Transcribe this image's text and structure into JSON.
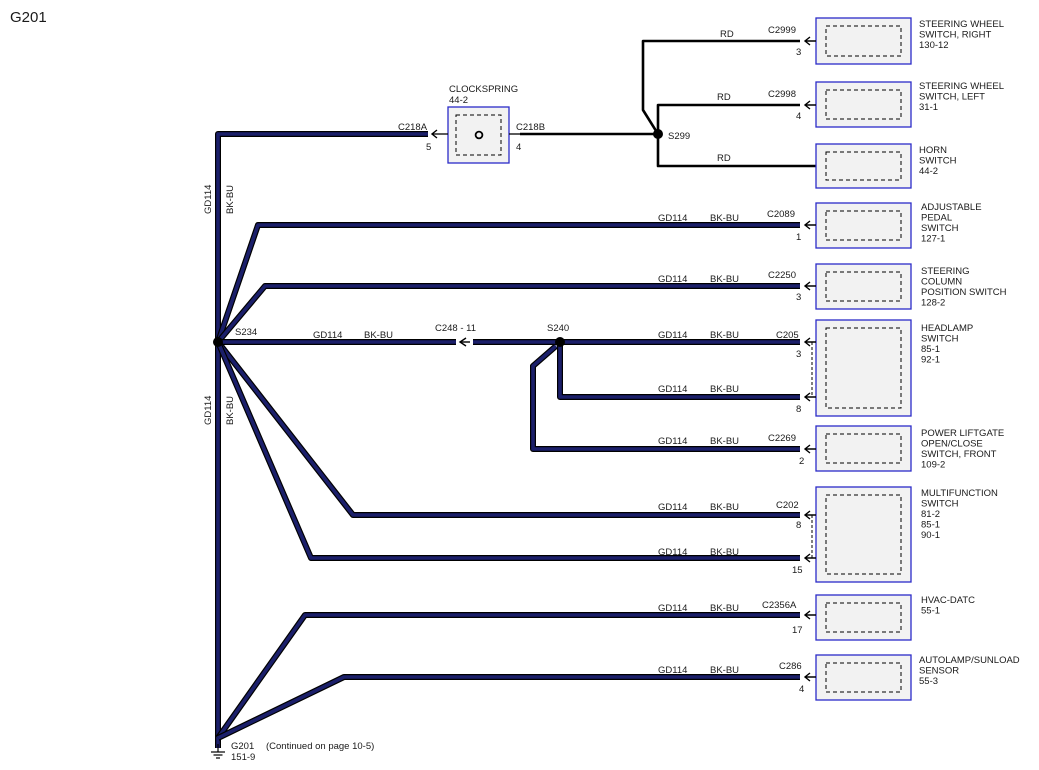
{
  "page_title": "G201",
  "circuit": "GD114",
  "wire_color": "BK-BU",
  "red_wire_color": "RD",
  "vertical_labels": {
    "circuit": "GD114",
    "color": "BK-BU"
  },
  "splices": {
    "main": "S234",
    "secondary": "S240",
    "clockspring_out": "S299"
  },
  "inline_connector": "C248 - 11",
  "ground": {
    "name": "G201",
    "ref": "151-9",
    "continued": "(Continued on page 10-5)"
  },
  "clockspring": {
    "name": "CLOCKSPRING",
    "ref": "44-2",
    "left_connector": "C218A",
    "left_pin": "5",
    "right_connector": "C218B",
    "right_pin": "4"
  },
  "components": [
    {
      "id": "steering-wheel-switch-right",
      "connector": "C2999",
      "pins": [
        "3"
      ],
      "wire": "RD",
      "lines": [
        "STEERING WHEEL",
        "SWITCH, RIGHT",
        "130-12"
      ]
    },
    {
      "id": "steering-wheel-switch-left",
      "connector": "C2998",
      "pins": [
        "4"
      ],
      "wire": "RD",
      "lines": [
        "STEERING WHEEL",
        "SWITCH, LEFT",
        "31-1"
      ]
    },
    {
      "id": "horn-switch",
      "connector": "",
      "pins": [],
      "wire": "RD",
      "lines": [
        "HORN",
        "SWITCH",
        "44-2"
      ]
    },
    {
      "id": "adjustable-pedal-switch",
      "connector": "C2089",
      "pins": [
        "1"
      ],
      "wire": "GD114 BK-BU",
      "lines": [
        "ADJUSTABLE",
        "PEDAL",
        "SWITCH",
        "127-1"
      ]
    },
    {
      "id": "steering-column-position-switch",
      "connector": "C2250",
      "pins": [
        "3"
      ],
      "wire": "GD114 BK-BU",
      "lines": [
        "STEERING",
        "COLUMN",
        "POSITION SWITCH",
        "128-2"
      ]
    },
    {
      "id": "headlamp-switch",
      "connector": "C205",
      "pins": [
        "3",
        "8"
      ],
      "wire": "GD114 BK-BU",
      "lines": [
        "HEADLAMP",
        "SWITCH",
        "85-1",
        "92-1"
      ]
    },
    {
      "id": "power-liftgate-switch",
      "connector": "C2269",
      "pins": [
        "2"
      ],
      "wire": "GD114 BK-BU",
      "lines": [
        "POWER LIFTGATE",
        "OPEN/CLOSE",
        "SWITCH, FRONT",
        "109-2"
      ]
    },
    {
      "id": "multifunction-switch",
      "connector": "C202",
      "pins": [
        "8",
        "15"
      ],
      "wire": "GD114 BK-BU",
      "lines": [
        "MULTIFUNCTION",
        "SWITCH",
        "81-2",
        "85-1",
        "90-1"
      ]
    },
    {
      "id": "hvac-datc",
      "connector": "C2356A",
      "pins": [
        "17"
      ],
      "wire": "GD114 BK-BU",
      "lines": [
        "HVAC-DATC",
        "55-1"
      ]
    },
    {
      "id": "autolamp-sunload-sensor",
      "connector": "C286",
      "pins": [
        "4"
      ],
      "wire": "GD114 BK-BU",
      "lines": [
        "AUTOLAMP/SUNLOAD",
        "SENSOR",
        "55-3"
      ]
    }
  ],
  "colors": {
    "harness_core": "#1b1f6a",
    "harness_outline": "#000000",
    "component_border": "#2b2bc8",
    "component_fill": "#f2f2f2"
  }
}
